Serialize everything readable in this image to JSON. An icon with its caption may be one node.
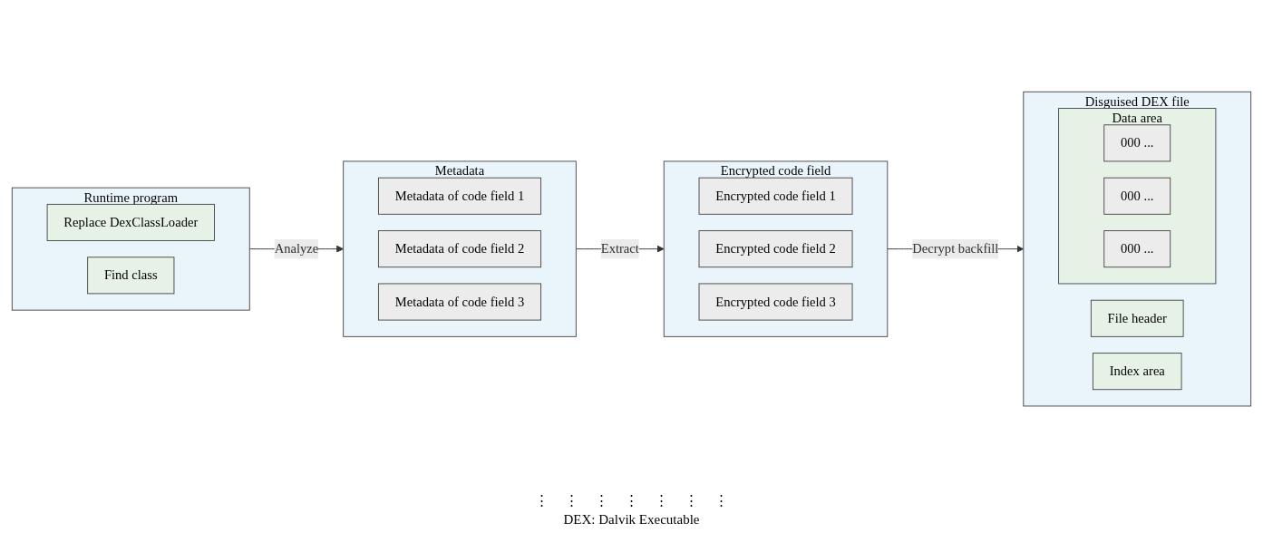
{
  "diagram": {
    "caption": "DEX: Dalvik Executable",
    "nodes": [
      {
        "text": [
          "Runtime program"
        ]
      },
      {
        "text": [
          "Replace DexClassLoader"
        ],
        "in": 0
      },
      {
        "text": [
          "Find class"
        ],
        "in": 0
      },
      {
        "text": [
          "Metadata"
        ]
      },
      {
        "text": [
          "Metadata of code field 1"
        ],
        "in": 3
      },
      {
        "text": [
          "Metadata of code field 2"
        ],
        "in": 3
      },
      {
        "text": [
          "Metadata of code field 3"
        ],
        "in": 3
      },
      {
        "text": [
          "Encrypted code field"
        ]
      },
      {
        "text": [
          "Encrypted code field 1"
        ],
        "in": 7
      },
      {
        "text": [
          "Encrypted code field 2"
        ],
        "in": 7
      },
      {
        "text": [
          "Encrypted code field 3"
        ],
        "in": 7
      },
      {
        "text": [
          "Disguised DEX file"
        ]
      },
      {
        "text": [
          "File header"
        ],
        "in": 11
      },
      {
        "text": [
          "Index area"
        ],
        "in": 11
      },
      {
        "text": [
          "Data area"
        ],
        "in": 11
      },
      {
        "text": [
          "000 ..."
        ],
        "in": 14
      },
      {
        "text": [
          "000 ..."
        ],
        "in": 14
      },
      {
        "text": [
          "000 ..."
        ],
        "in": 14
      }
    ],
    "edges": [
      {
        "from": 0,
        "to": 3,
        "arrow": "to",
        "label": "Analyze"
      },
      {
        "from": 3,
        "to": 7,
        "arrow": "to",
        "label": "Extract"
      },
      {
        "from": 7,
        "to": 11,
        "arrow": "to",
        "label": "Decrypt backfill"
      }
    ],
    "labels": [
      "⋮",
      "⋮",
      "⋮",
      "⋮",
      "⋮",
      "⋮",
      "⋮"
    ]
  }
}
